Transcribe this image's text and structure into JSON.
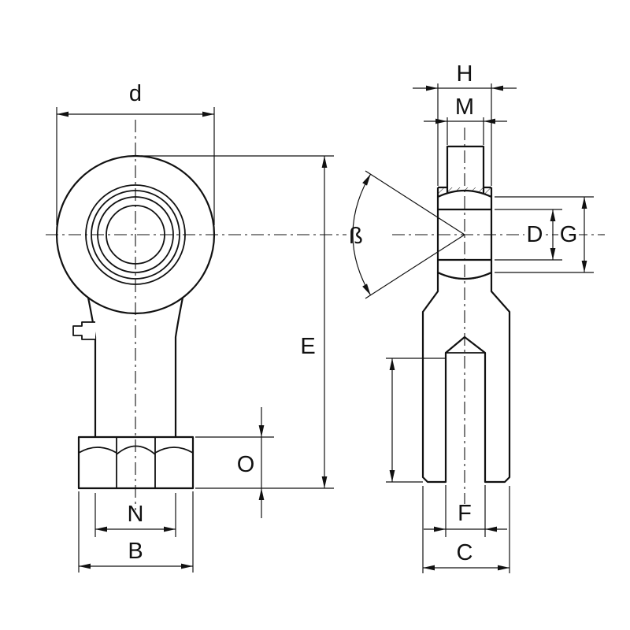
{
  "drawing": {
    "labels": {
      "d": "d",
      "E": "E",
      "O": "O",
      "N": "N",
      "B": "B",
      "H": "H",
      "M": "M",
      "beta": "ß",
      "D": "D",
      "G": "G",
      "F": "F",
      "C": "C"
    },
    "colors": {
      "line": "#111111",
      "background": "#ffffff"
    }
  }
}
